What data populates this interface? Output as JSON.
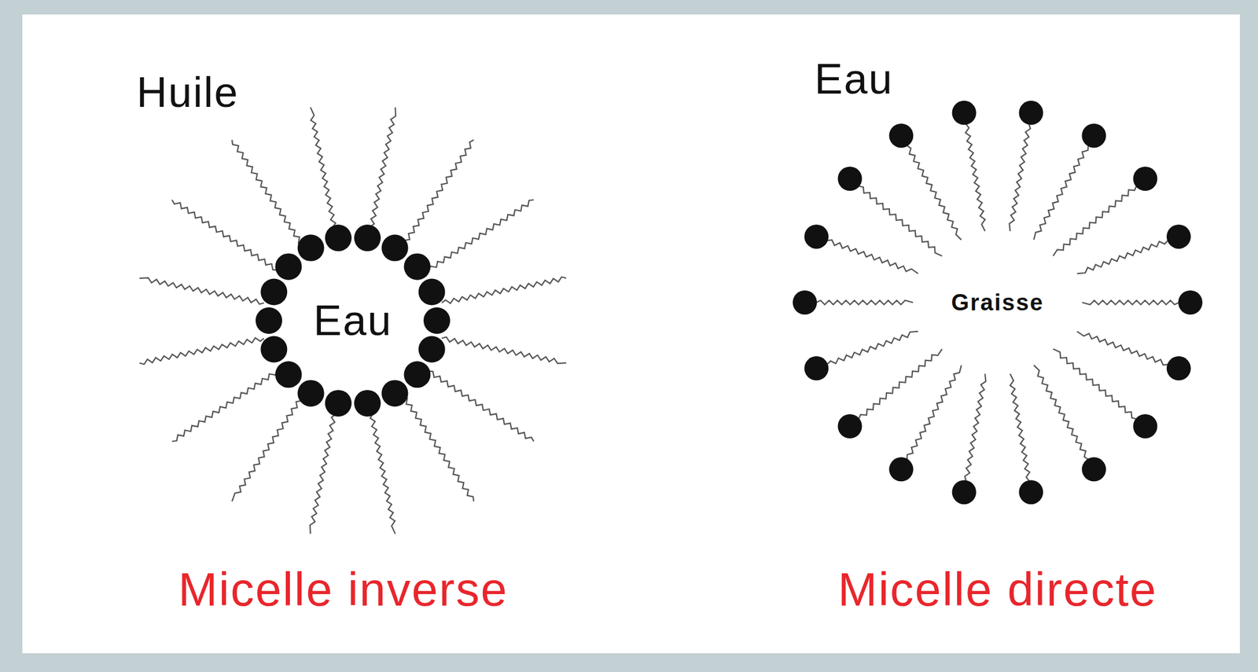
{
  "diagram": {
    "labels": [
      "Huile",
      "Eau",
      "Micelle inverse",
      "Eau",
      "Graisse",
      "Micelle directe"
    ]
  }
}
